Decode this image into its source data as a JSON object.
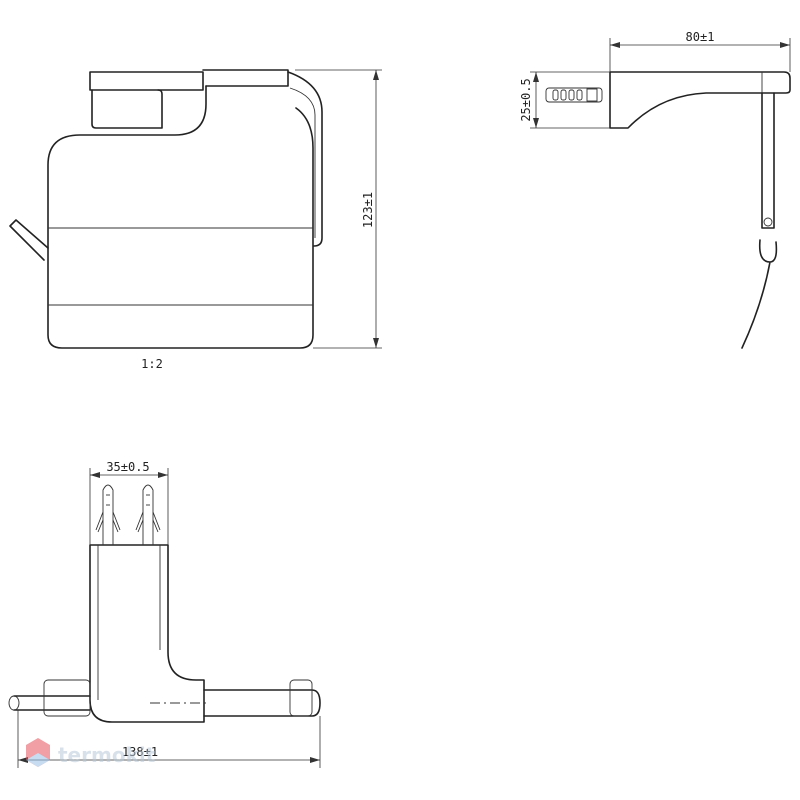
{
  "front_view": {
    "height_dim": "123±1",
    "scale": "1:2"
  },
  "side_view": {
    "depth_dim": "80±1",
    "plate_height_dim": "25±0.5"
  },
  "top_view": {
    "anchor_spacing_dim": "35±0.5",
    "width_dim": "138±1"
  },
  "watermark": {
    "text": "termokit",
    "colors": [
      "#e6505a",
      "#9ac0e4"
    ]
  }
}
